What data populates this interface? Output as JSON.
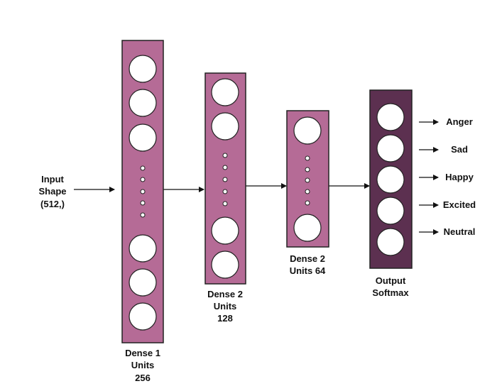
{
  "colors": {
    "hidden_layer_fill": "#b56b96",
    "output_layer_fill": "#5c3050",
    "line": "#111111"
  },
  "input": {
    "line1": "Input",
    "line2": "Shape",
    "line3": "(512,)"
  },
  "layers": [
    {
      "line1": "Dense 1",
      "line2": "Units",
      "line3": "256"
    },
    {
      "line1": "Dense 2",
      "line2": "Units",
      "line3": "128"
    },
    {
      "line1": "Dense 2",
      "line2": "Units 64"
    },
    {
      "line1": "Output",
      "line2": "Softmax"
    }
  ],
  "outputs": [
    "Anger",
    "Sad",
    "Happy",
    "Excited",
    "Neutral"
  ]
}
